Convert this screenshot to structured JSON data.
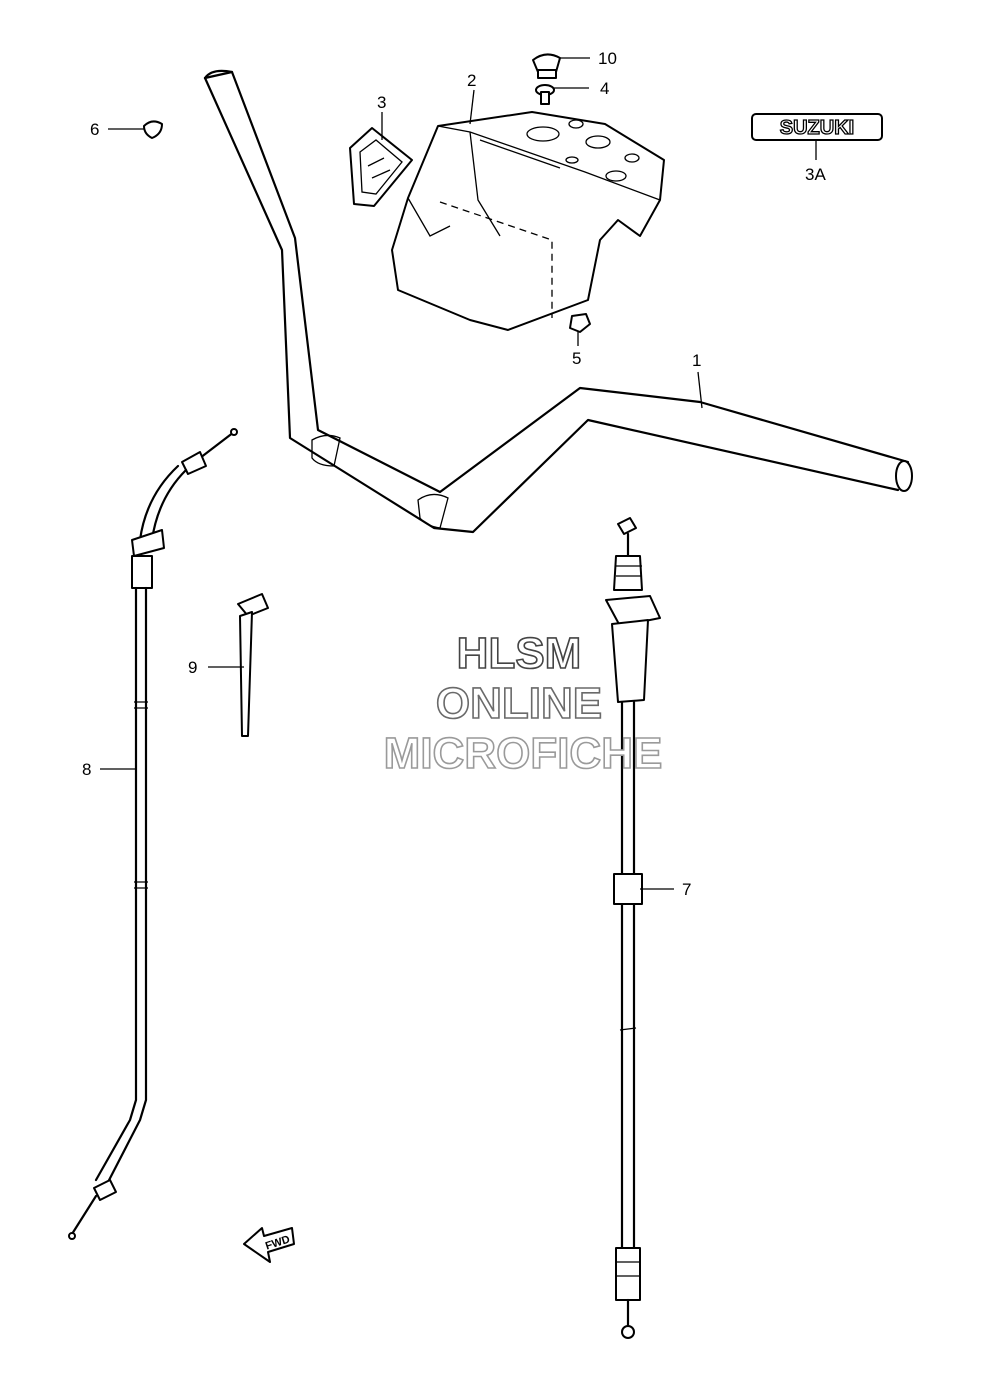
{
  "callouts": {
    "c1": "1",
    "c2": "2",
    "c3": "3",
    "c3a": "3A",
    "c4": "4",
    "c5": "5",
    "c6": "6",
    "c7": "7",
    "c8": "8",
    "c9": "9",
    "c10": "10"
  },
  "emblem_text": "SUZUKI",
  "fwd_arrow_text": "FWD",
  "watermark": {
    "line1": "HLSM",
    "line2": "ONLINE",
    "line3": "MICROFICHE"
  },
  "watermark_colors": {
    "line1": "#444444",
    "line2": "#6a6a6a",
    "line3": "#9a9a9a"
  }
}
